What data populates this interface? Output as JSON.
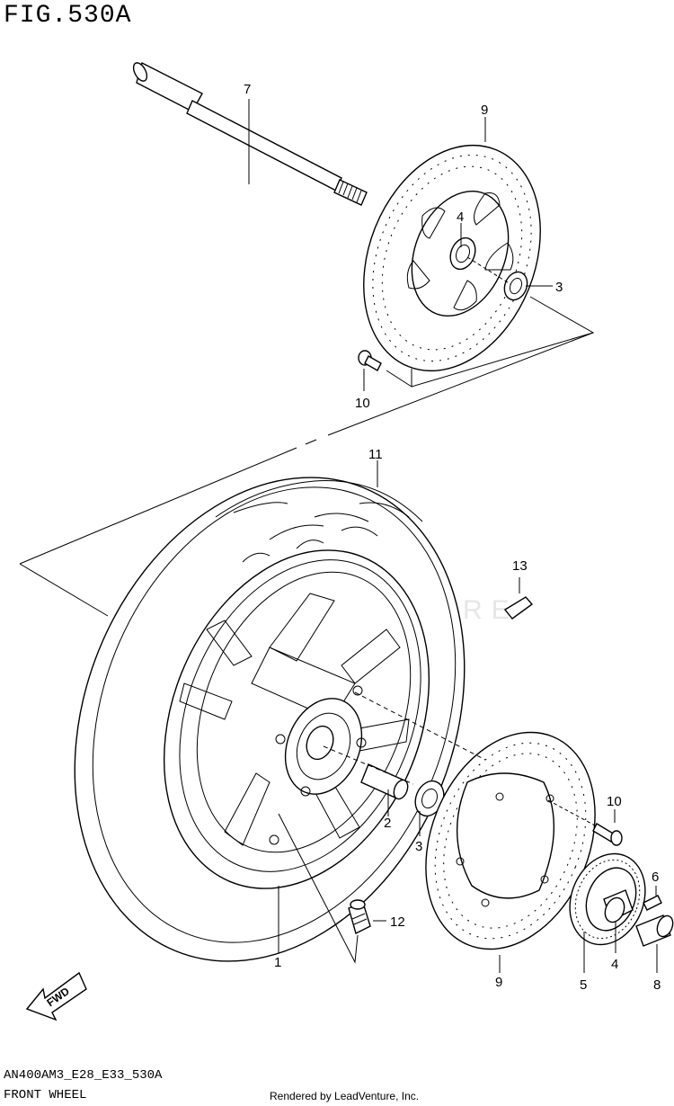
{
  "figure": {
    "title": "FIG.530A",
    "code": "AN400AM3_E28_E33_530A",
    "section": "FRONT WHEEL",
    "credit": "Rendered by LeadVenture, Inc.",
    "watermark": "LEADVENTURE",
    "fwd_label": "FWD"
  },
  "parts": [
    {
      "num": "7"
    },
    {
      "num": "9"
    },
    {
      "num": "4"
    },
    {
      "num": "3"
    },
    {
      "num": "10"
    },
    {
      "num": "11"
    },
    {
      "num": "13"
    },
    {
      "num": "10"
    },
    {
      "num": "6"
    },
    {
      "num": "2"
    },
    {
      "num": "3"
    },
    {
      "num": "12"
    },
    {
      "num": "1"
    },
    {
      "num": "9"
    },
    {
      "num": "5"
    },
    {
      "num": "4"
    },
    {
      "num": "8"
    }
  ]
}
